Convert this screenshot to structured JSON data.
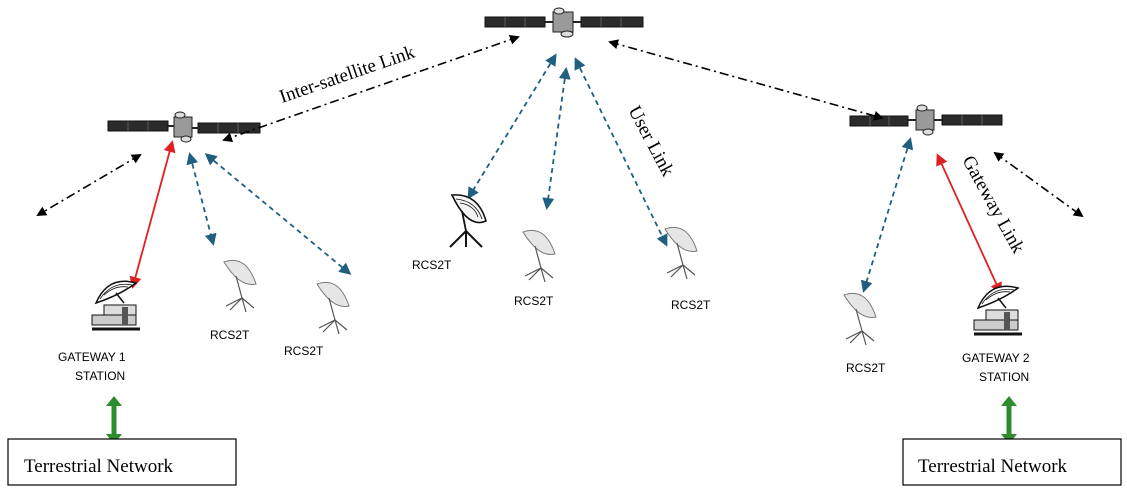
{
  "labels": {
    "inter_satellite_link": "Inter-satellite Link",
    "user_link": "User Link",
    "gateway_link": "Gateway Link",
    "terminal": "RCS2T",
    "gateway1_line1": "GATEWAY 1",
    "gateway1_line2": "STATION",
    "gateway2_line1": "GATEWAY 2",
    "gateway2_line2": "STATION",
    "terrestrial_network": "Terrestrial Network"
  },
  "colors": {
    "inter_satellite_link": "#000000",
    "user_link": "#1f5f7f",
    "gateway_link": "#e02020",
    "terrestrial_link": "#2e8b2e"
  }
}
